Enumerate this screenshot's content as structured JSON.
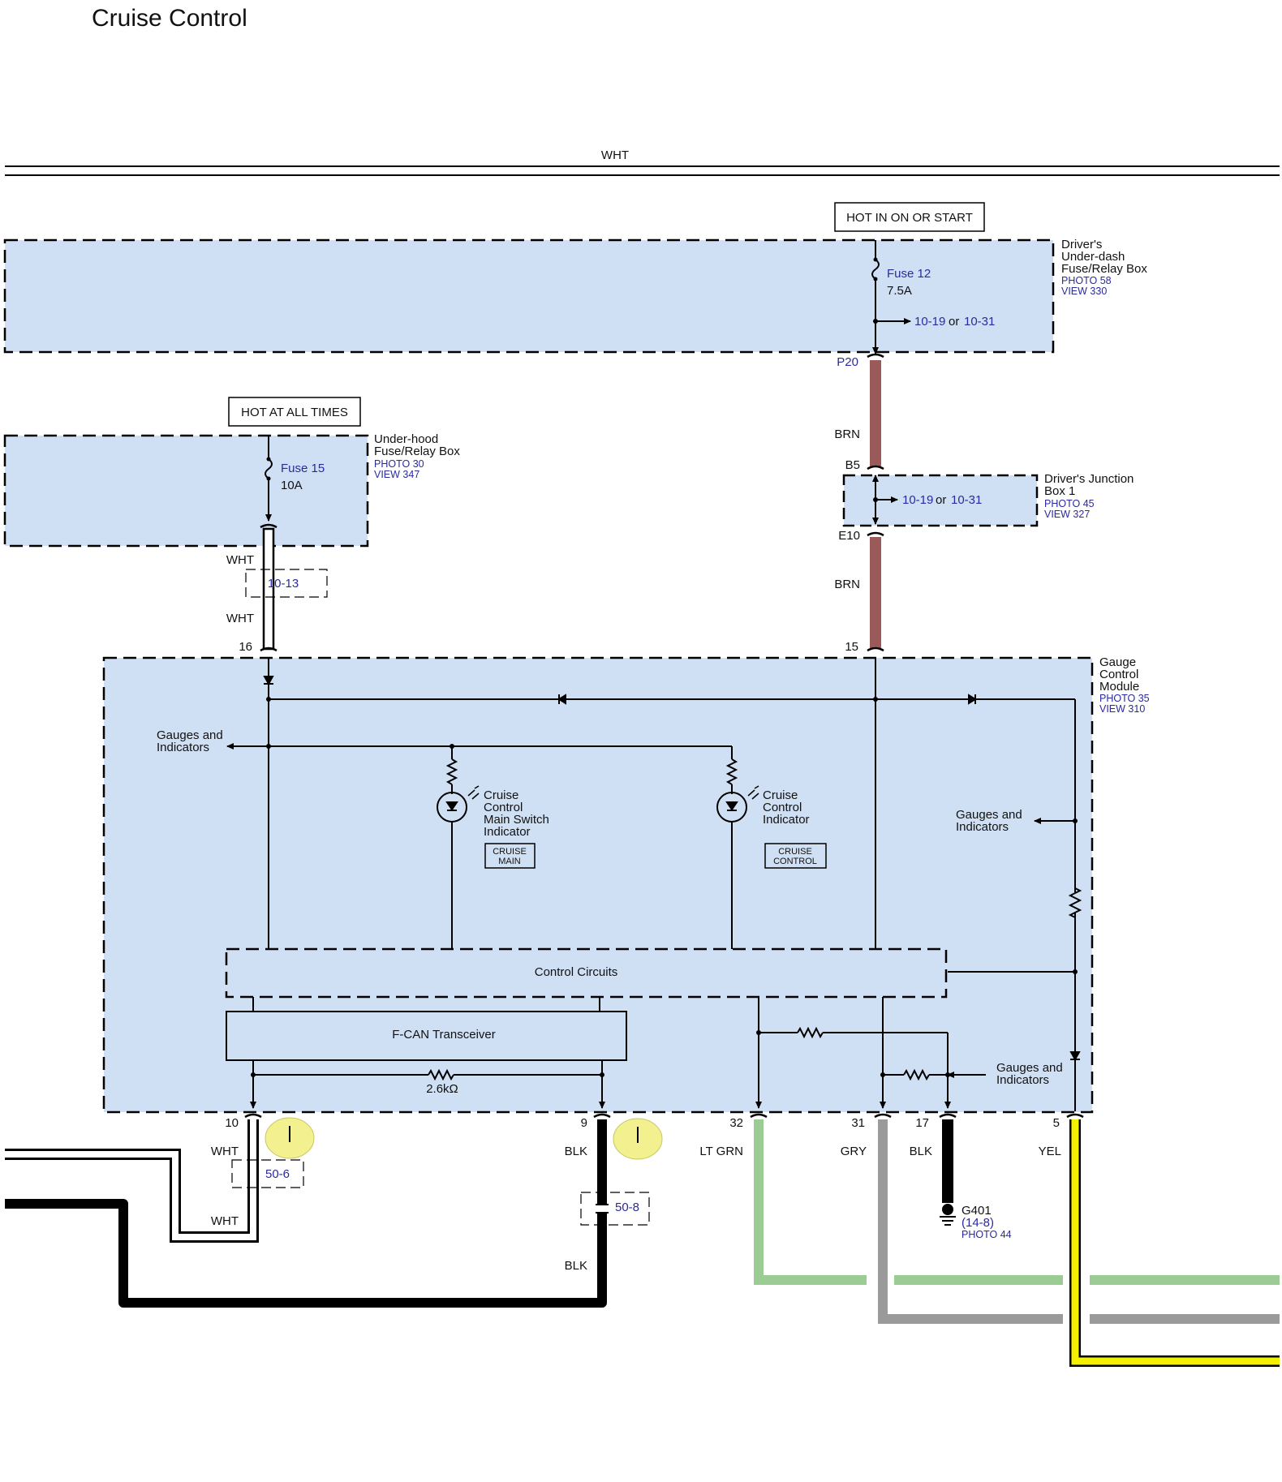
{
  "page": {
    "title": "Cruise Control"
  },
  "top_bus": {
    "label": "WHT"
  },
  "hot_in_on": {
    "label": "HOT IN ON OR START"
  },
  "hot_all": {
    "label": "HOT AT ALL TIMES"
  },
  "under_dash_box": {
    "lines": [
      "Driver's",
      "Under-dash",
      "Fuse/Relay Box"
    ],
    "photo": "PHOTO 58",
    "view": "VIEW 330",
    "fuse_name": "Fuse 12",
    "fuse_rating": "7.5A",
    "ref_a": "10-19",
    "ref_or": "or",
    "ref_b": "10-31"
  },
  "under_hood_box": {
    "lines": [
      "Under-hood",
      "Fuse/Relay Box"
    ],
    "photo": "PHOTO 30",
    "view": "VIEW 347",
    "fuse_name": "Fuse 15",
    "fuse_rating": "10A"
  },
  "junction_box": {
    "lines": [
      "Driver's Junction",
      "Box 1"
    ],
    "photo": "PHOTO 45",
    "view": "VIEW 327",
    "ref_a": "10-19",
    "ref_or": "or",
    "ref_b": "10-31"
  },
  "gauge_module": {
    "lines": [
      "Gauge",
      "Control",
      "Module"
    ],
    "photo": "PHOTO 35",
    "view": "VIEW 310",
    "gauges_left": [
      "Gauges and",
      "Indicators"
    ],
    "gauges_right": [
      "Gauges and",
      "Indicators"
    ],
    "gauges_bottom": [
      "Gauges and",
      "Indicators"
    ],
    "cruise_main": {
      "lines": [
        "Cruise",
        "Control",
        "Main Switch",
        "Indicator"
      ],
      "badge": [
        "CRUISE",
        "MAIN"
      ]
    },
    "cruise_ind": {
      "lines": [
        "Cruise",
        "Control",
        "Indicator"
      ],
      "badge": [
        "CRUISE",
        "CONTROL"
      ]
    },
    "control_circuits": "Control Circuits",
    "fcan": "F-CAN Transceiver",
    "resistor": "2.6kΩ"
  },
  "connectors": {
    "p20": "P20",
    "b5": "B5",
    "e10": "E10",
    "pin15": "15",
    "pin16": "16",
    "pin10": "10",
    "pin9": "9",
    "pin32": "32",
    "pin31": "31",
    "pin17": "17",
    "pin5": "5"
  },
  "wires": {
    "brn1": "BRN",
    "brn2": "BRN",
    "wht_a": "WHT",
    "wht_b": "WHT",
    "wht_c": "WHT",
    "wht_d": "WHT",
    "blk_a": "BLK",
    "blk_b": "BLK",
    "ltgrn": "LT GRN",
    "gry": "GRY",
    "blk_c": "BLK",
    "yel": "YEL"
  },
  "refs": {
    "r1013": "10-13",
    "r506": "50-6",
    "r508": "50-8"
  },
  "ground": {
    "name": "G401",
    "loc": "(14-8)",
    "photo": "PHOTO 44"
  },
  "colors": {
    "box_fill": "#d0e0f4",
    "brn": "#9b5a5a",
    "ltgrn": "#9acc93",
    "gry": "#9a9a9a",
    "yel": "#f5f000",
    "ref_blue": "#2a2aa0",
    "callout": "#f3f090"
  }
}
